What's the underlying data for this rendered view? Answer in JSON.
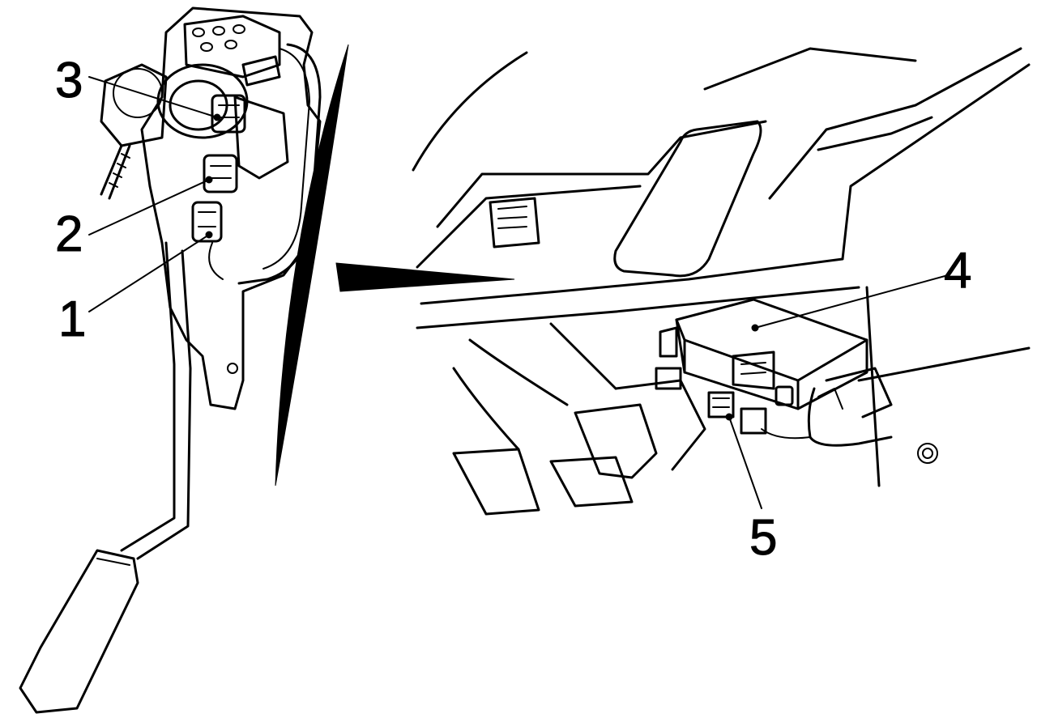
{
  "callouts": [
    {
      "id": "3",
      "label": "3"
    },
    {
      "id": "2",
      "label": "2"
    },
    {
      "id": "1",
      "label": "1"
    },
    {
      "id": "4",
      "label": "4"
    },
    {
      "id": "5",
      "label": "5"
    }
  ]
}
